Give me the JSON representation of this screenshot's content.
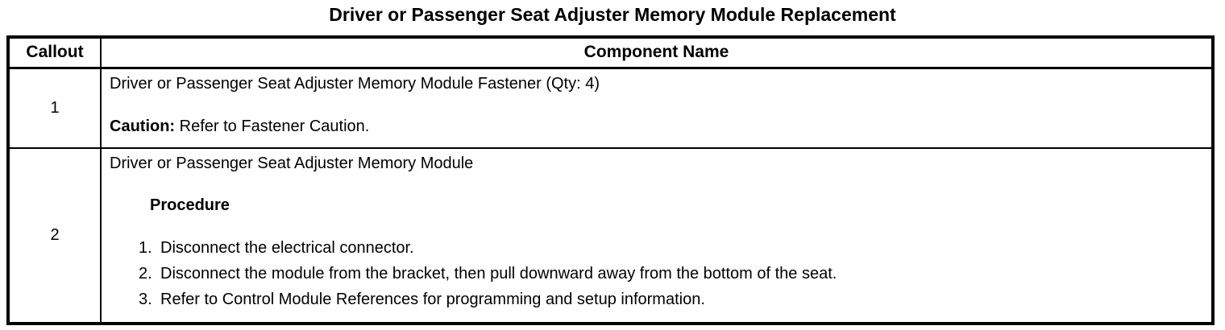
{
  "page_title": "Driver or Passenger Seat Adjuster Memory Module Replacement",
  "colors": {
    "text": "#000000",
    "border": "#000000",
    "background": "#ffffff"
  },
  "table": {
    "headers": {
      "callout": "Callout",
      "component": "Component Name"
    },
    "rows": [
      {
        "callout": "1",
        "component_name": "Driver or Passenger Seat Adjuster Memory Module Fastener (Qty: 4)",
        "caution_label": "Caution:",
        "caution_text": " Refer to Fastener Caution."
      },
      {
        "callout": "2",
        "component_name": "Driver or Passenger Seat Adjuster Memory Module",
        "procedure_label": "Procedure",
        "steps": [
          {
            "num": "1.",
            "text": "Disconnect the electrical connector."
          },
          {
            "num": "2.",
            "text": "Disconnect the module from the bracket, then pull downward away from the bottom of the seat."
          },
          {
            "num": "3.",
            "text": "Refer to Control Module References for programming and setup information."
          }
        ]
      }
    ]
  }
}
